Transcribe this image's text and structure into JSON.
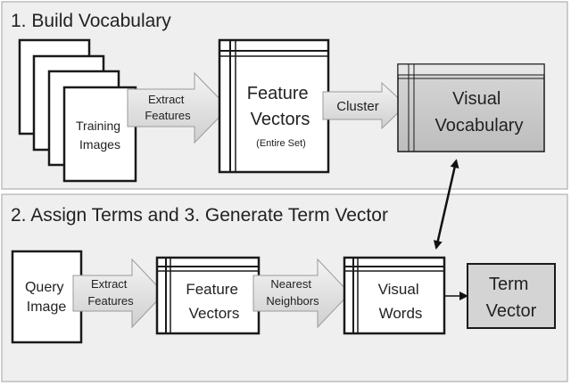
{
  "section1": {
    "title": "1. Build Vocabulary",
    "training_images": [
      "Training",
      "Images"
    ],
    "extract_arrow": [
      "Extract",
      "Features"
    ],
    "feature_vectors": [
      "Feature",
      "Vectors"
    ],
    "feature_vectors_note": "(Entire Set)",
    "cluster_arrow": "Cluster",
    "visual_vocabulary": [
      "Visual",
      "Vocabulary"
    ]
  },
  "section2": {
    "title": "2. Assign Terms and 3. Generate Term Vector",
    "query_image": [
      "Query",
      "Image"
    ],
    "extract_arrow": [
      "Extract",
      "Features"
    ],
    "feature_vectors": [
      "Feature",
      "Vectors"
    ],
    "nearest_arrow": [
      "Nearest",
      "Neighbors"
    ],
    "visual_words": [
      "Visual",
      "Words"
    ],
    "term_vector": [
      "Term",
      "Vector"
    ]
  },
  "colors": {
    "panel_fill": "#efefef",
    "panel_border": "#bdbdbd",
    "box_border": "#1a1a1a",
    "arrow_fill": "#dcdcdc",
    "vocab_fill": "#cfcfcf",
    "term_fill": "#d4d4d4"
  }
}
